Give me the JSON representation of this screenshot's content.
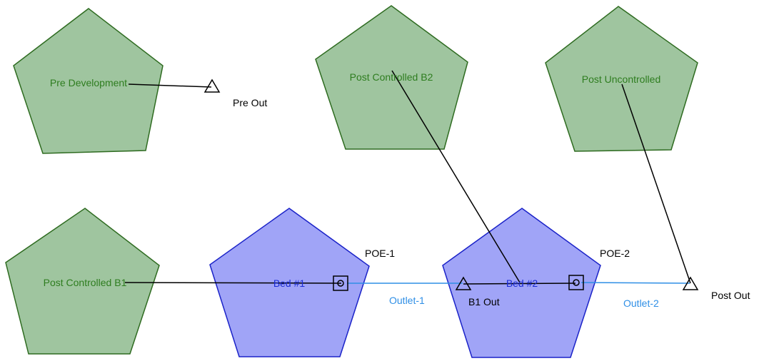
{
  "colors": {
    "subbasin_fill": "#9fc59f",
    "subbasin_stroke": "#2e6b20",
    "subbasin_label": "#2e7d1f",
    "pond_fill": "#a0a4f7",
    "pond_stroke": "#1a22c8",
    "pond_label": "#1a2bd6",
    "link_line": "#2f8fe6",
    "connector_line": "#000000"
  },
  "subbasins": [
    {
      "label": "Pre Development"
    },
    {
      "label": "Post Controlled B2"
    },
    {
      "label": "Post Uncontrolled"
    },
    {
      "label": "Post Controlled B1"
    }
  ],
  "ponds": [
    {
      "label": "Bed #1"
    },
    {
      "label": "Bed #2"
    }
  ],
  "outlet_structures": [
    {
      "label": "POE-1"
    },
    {
      "label": "POE-2"
    }
  ],
  "junctions": [
    {
      "label": "Pre Out"
    },
    {
      "label": "B1 Out"
    },
    {
      "label": "Post Out"
    }
  ],
  "links": [
    {
      "label": "Outlet-1"
    },
    {
      "label": "Outlet-2"
    }
  ]
}
